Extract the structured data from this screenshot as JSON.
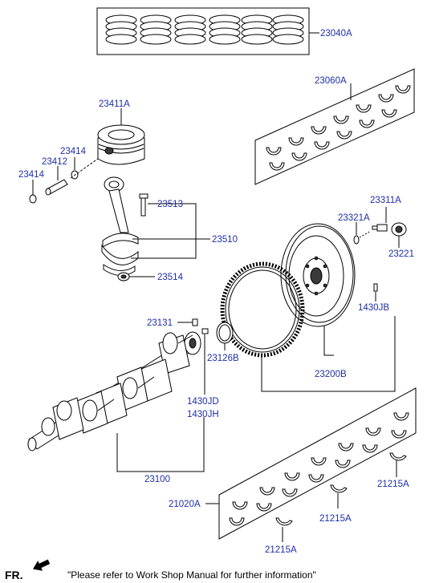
{
  "labels": {
    "piston_ring_set": "23040A",
    "rod_bearing_set": "23060A",
    "piston": "23411A",
    "snap_ring_upper": "23414",
    "piston_pin": "23412",
    "snap_ring_lower": "23414",
    "rod_bolt": "23513",
    "connecting_rod": "23510",
    "rod_nut": "23514",
    "flywheel_bolt": "23311A",
    "flywheel_plate": "23321A",
    "pilot_bearing": "23221",
    "dowel_pin_flywheel": "1430JB",
    "flywheel_assy": "23200B",
    "crank_key": "23131",
    "oil_seal": "23126B",
    "dowel_pin_crank_1": "1430JD",
    "dowel_pin_crank_2": "1430JH",
    "crankshaft": "23100",
    "main_bearing_set": "21020A",
    "thrust_bearing_1": "21215A",
    "thrust_bearing_2": "21215A",
    "thrust_bearing_3": "21215A"
  },
  "footer": {
    "direction": "FR.",
    "note": "\"Please refer to Work Shop Manual for further information\""
  },
  "icons": {
    "front_arrow": "front-direction-arrow-icon"
  }
}
